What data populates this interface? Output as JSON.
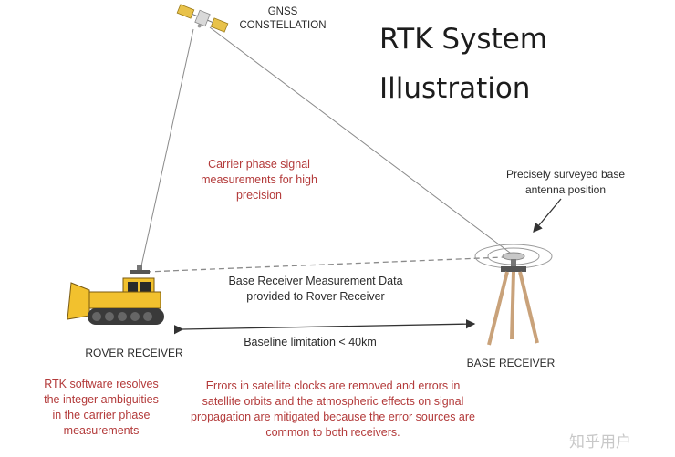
{
  "title": {
    "line1": "RTK System",
    "line2": "Illustration"
  },
  "labels": {
    "gnss": "GNSS\nCONSTELLATION",
    "surveyed": "Precisely surveyed base\nantenna position",
    "carrier": "Carrier phase signal\nmeasurements for high\nprecision",
    "measurement_data": "Base Receiver Measurement Data\nprovided to Rover Receiver",
    "baseline": "Baseline limitation < 40km",
    "rover": "ROVER RECEIVER",
    "base": "BASE RECEIVER",
    "rtk_software": "RTK software resolves\nthe integer ambiguities\nin the carrier phase\nmeasurements",
    "errors": "Errors in satellite clocks are removed and errors in\nsatellite orbits and the atmospheric effects on signal\npropagation are mitigated because the error sources are\ncommon to both receivers."
  },
  "watermark": "知乎用户",
  "colors": {
    "note_red": "#b33a3a",
    "dozer_yellow": "#f2c12e",
    "tripod_tan": "#c9a27a"
  },
  "icons": [
    "satellite-icon",
    "bulldozer-icon",
    "tripod-icon",
    "antenna-icon"
  ]
}
